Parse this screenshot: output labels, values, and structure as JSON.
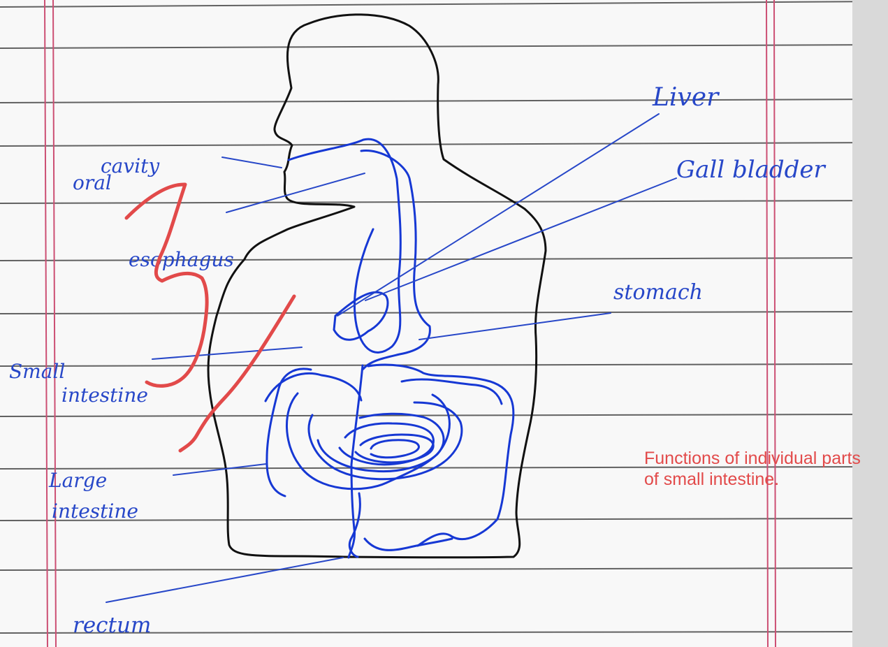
{
  "diagram": {
    "labels": {
      "oral_cavity_line1": "oral",
      "oral_cavity_line2": "cavity",
      "esophagus": "esophagus",
      "small_intestine_line1": "Small",
      "small_intestine_line2": "intestine",
      "large_intestine_line1": "Large",
      "large_intestine_line2": "intestine",
      "rectum": "rectum",
      "liver": "Liver",
      "gall_bladder": "Gall bladder",
      "stomach": "stomach"
    },
    "annotation": {
      "text": "Functions of individual parts of small intestine."
    },
    "colors": {
      "paper": "#f8f8f8",
      "rule_line": "#1d1d1d",
      "margin_line": "#cc4f73",
      "body_outline": "#111111",
      "organ_ink": "#1638d4",
      "annotation_red": "#e24a4a"
    }
  }
}
